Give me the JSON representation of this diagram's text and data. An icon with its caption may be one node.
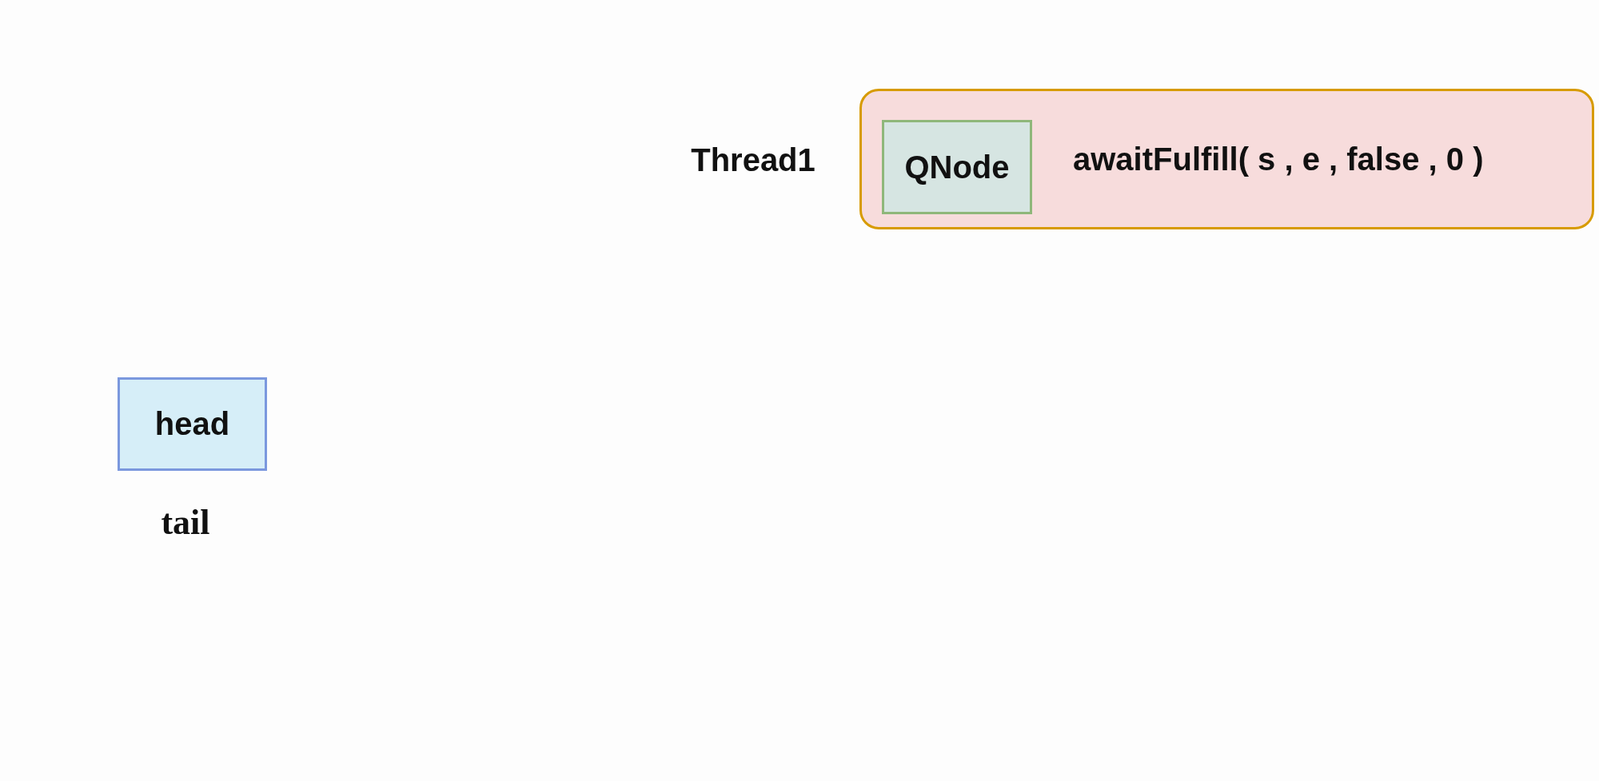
{
  "diagram": {
    "nodes": [
      {
        "text": [
          "awaitFulfill( s , e , false , 0 )"
        ],
        "beside": [
          "Thread1"
        ]
      },
      {
        "text": [
          "QNode"
        ],
        "in": 0
      },
      {
        "text": [
          "head"
        ],
        "beside": [
          "tail"
        ]
      }
    ]
  }
}
